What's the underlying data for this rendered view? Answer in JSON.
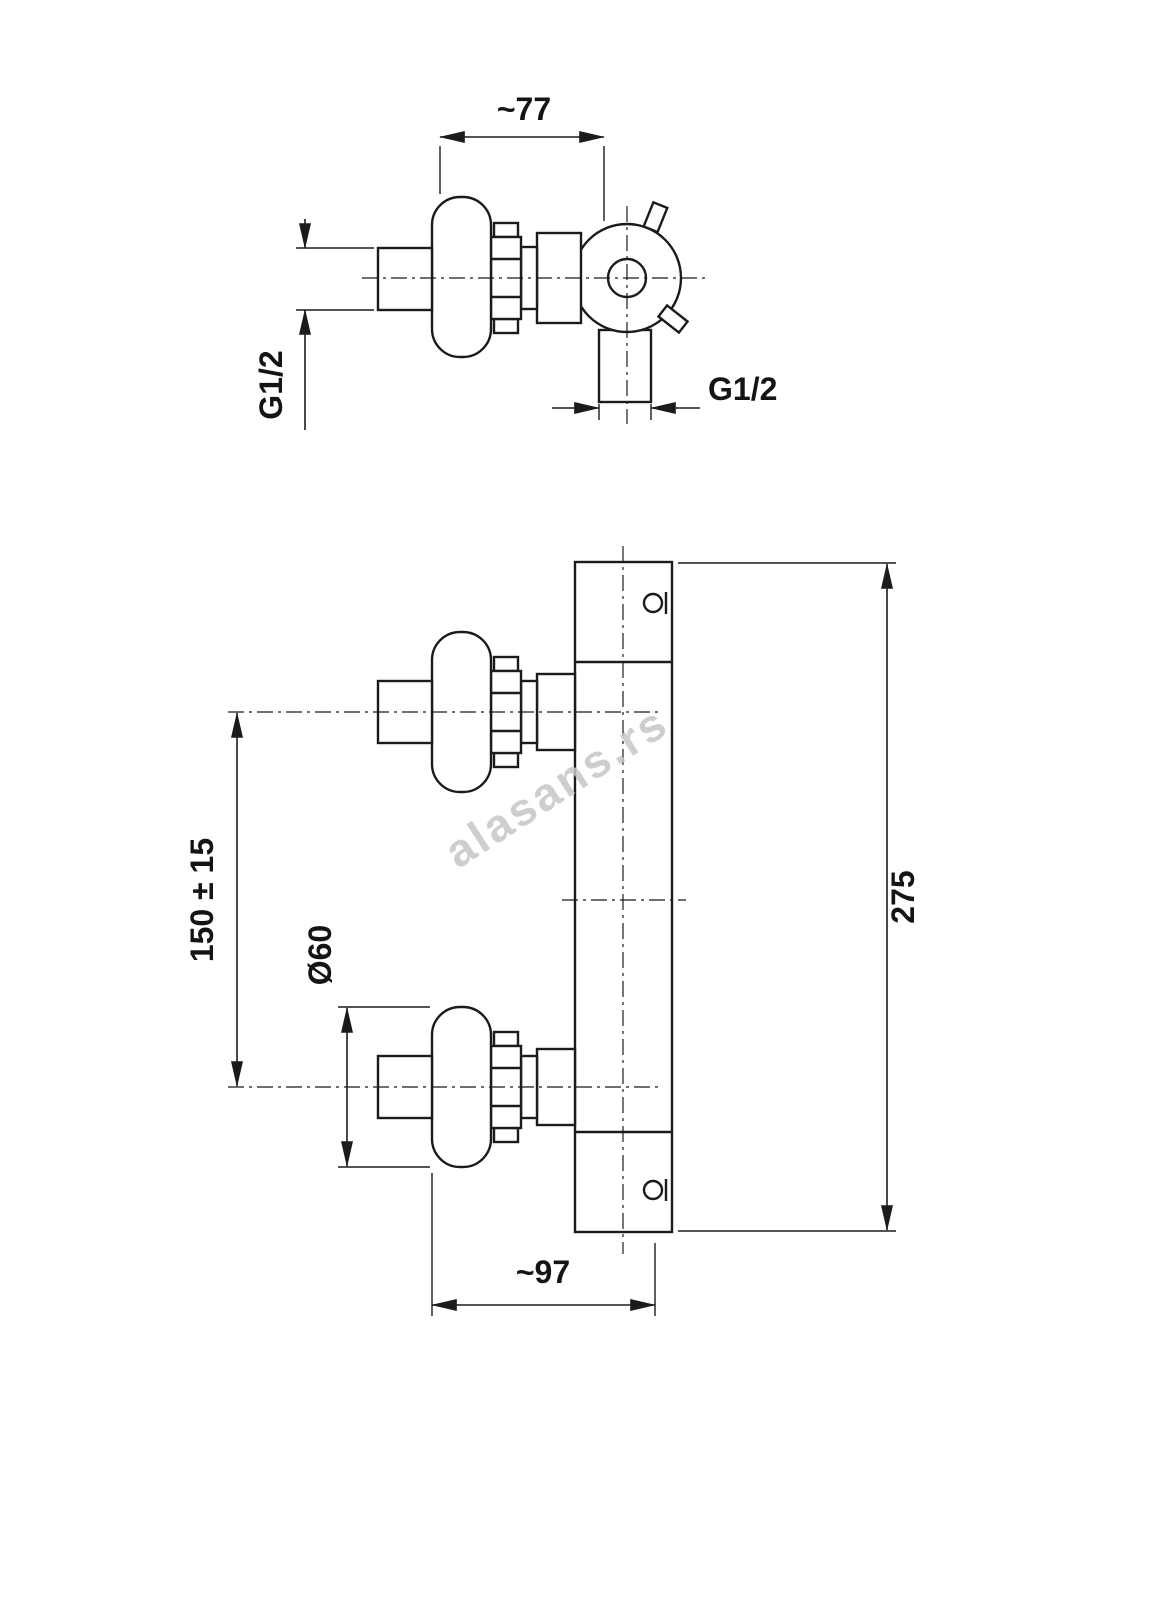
{
  "watermark": {
    "text": "alasans.rs"
  },
  "top_view": {
    "width_label": "~77",
    "inlet_thread_label": "G1/2",
    "outlet_thread_label": "G1/2"
  },
  "front_view": {
    "center_distance_label": "150 ± 15",
    "flange_diameter_label": "Ø60",
    "height_label": "275",
    "width_label": "~97"
  },
  "colors": {
    "line": "#1b1b1b",
    "watermark": "#c6c6c6",
    "background": "#ffffff"
  }
}
